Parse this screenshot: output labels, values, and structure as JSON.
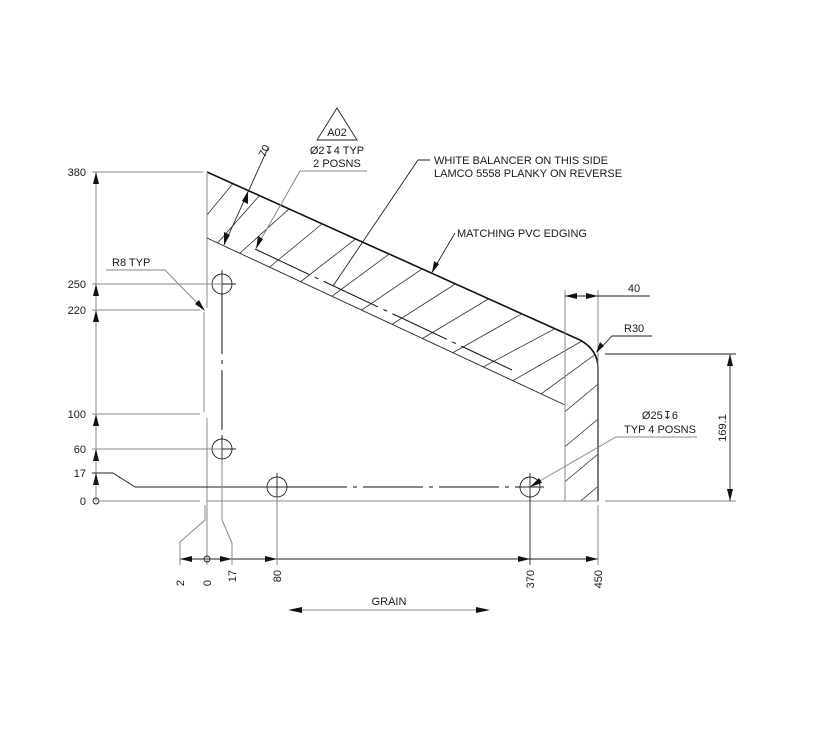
{
  "drawing": {
    "title_block": null,
    "revision_triangle": {
      "label": "A02"
    },
    "annotations": {
      "drill_small": {
        "line1": "Ø2↧4 TYP",
        "line2": "2 POSNS"
      },
      "balancer": {
        "line1": "WHITE BALANCER ON THIS SIDE",
        "line2": "LAMCO 5558 PLANKY ON REVERSE"
      },
      "edging": "MATCHING PVC EDGING",
      "radius_small": "R8 TYP",
      "radius_large": "R30",
      "drill_large": {
        "line1": "Ø25↧6",
        "line2": "TYP 4 POSNS"
      },
      "grain": "GRAIN"
    },
    "dimensions": {
      "angled_width": "70",
      "top_width": "40",
      "right_height": "169.1",
      "vertical_ordinates": [
        "380",
        "250",
        "220",
        "100",
        "60",
        "17",
        "0"
      ],
      "horizontal_ordinates": [
        "2",
        "0",
        "17",
        "80",
        "370",
        "450"
      ]
    }
  }
}
